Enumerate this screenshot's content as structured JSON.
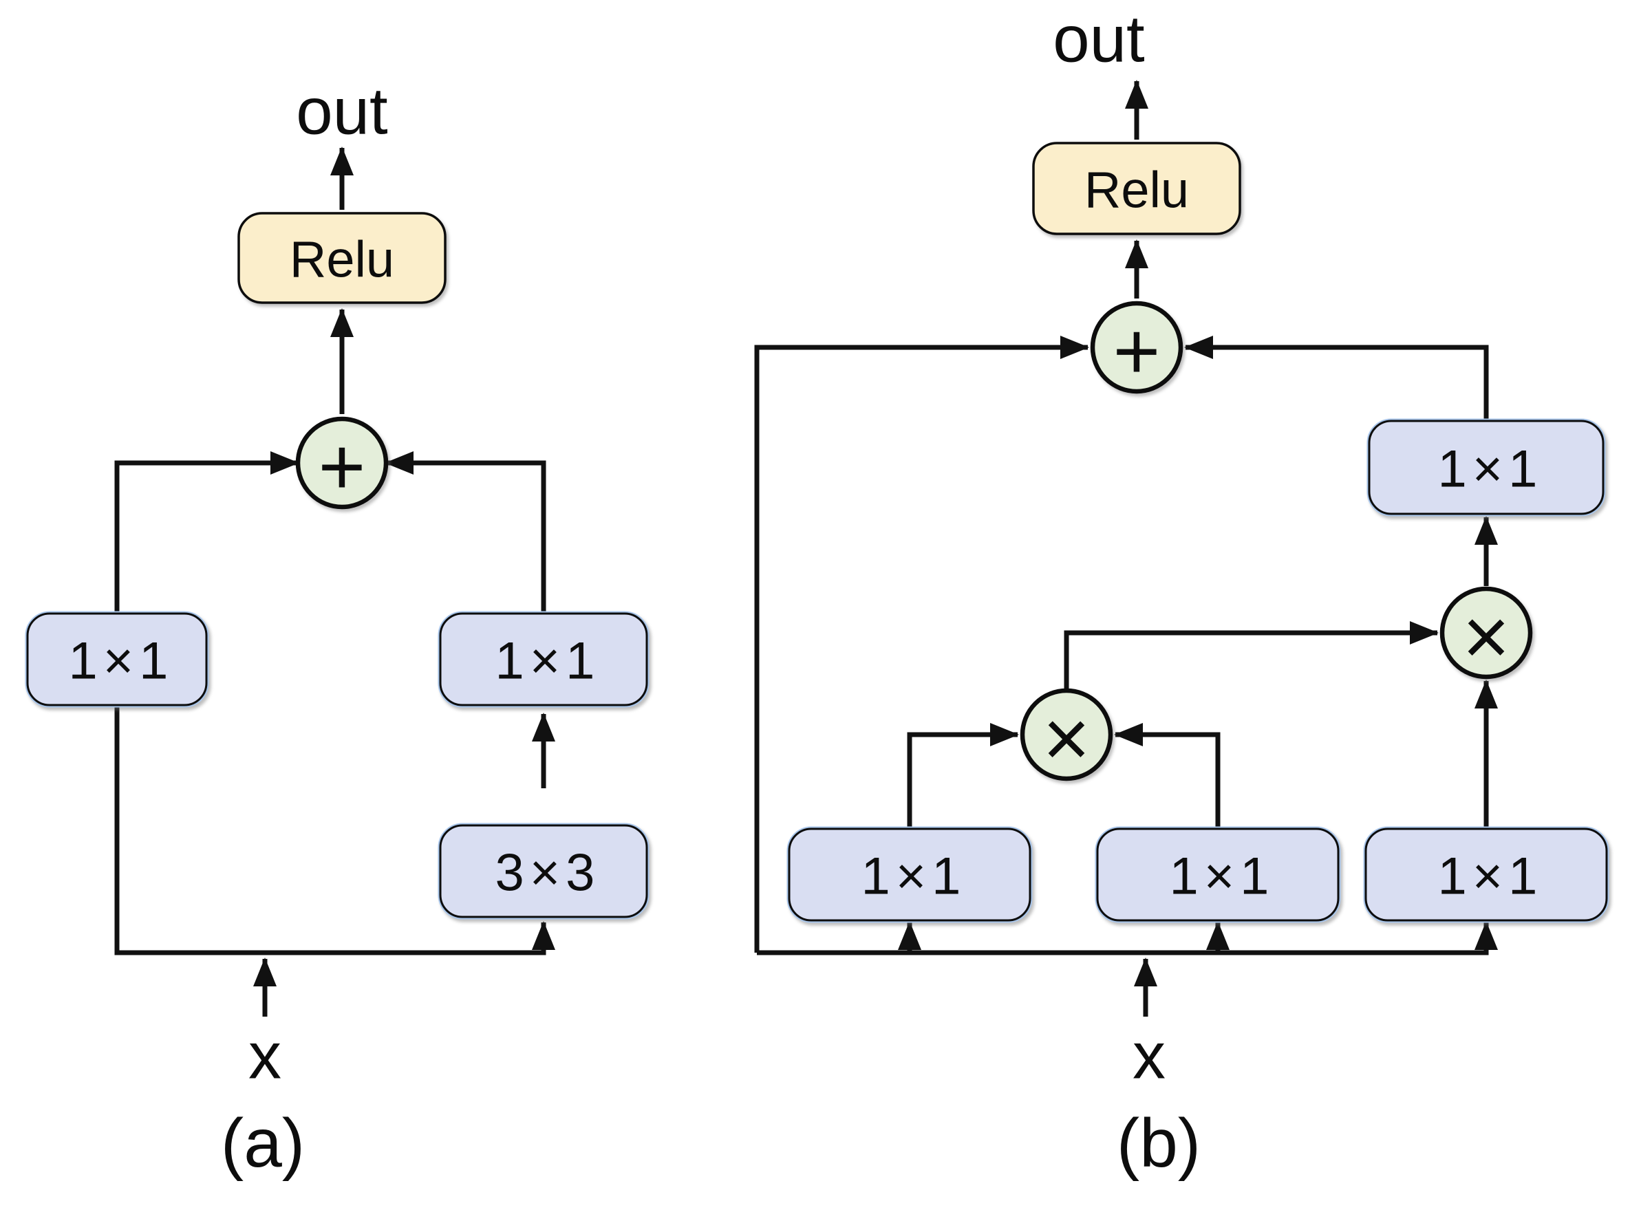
{
  "colors": {
    "background": "#ffffff",
    "conv_box_fill": "#d9def2",
    "conv_box_halo": "#a8c5ea",
    "relu_box_fill": "#fbeecb",
    "op_circle_fill": "#e4eeda",
    "line_color": "#111111"
  },
  "diagram_a": {
    "caption": "(a)",
    "out_label": "out",
    "relu_label": "Relu",
    "add_symbol": "+",
    "input_label": "x",
    "left_box": "1×1",
    "right_top_box": "1×1",
    "right_bottom_box": "3×3"
  },
  "diagram_b": {
    "caption": "(b)",
    "out_label": "out",
    "relu_label": "Relu",
    "add_symbol": "+",
    "multiply_symbol": "×",
    "input_label": "x",
    "top_right_box": "1×1",
    "bottom_boxes": [
      "1×1",
      "1×1",
      "1×1"
    ]
  }
}
